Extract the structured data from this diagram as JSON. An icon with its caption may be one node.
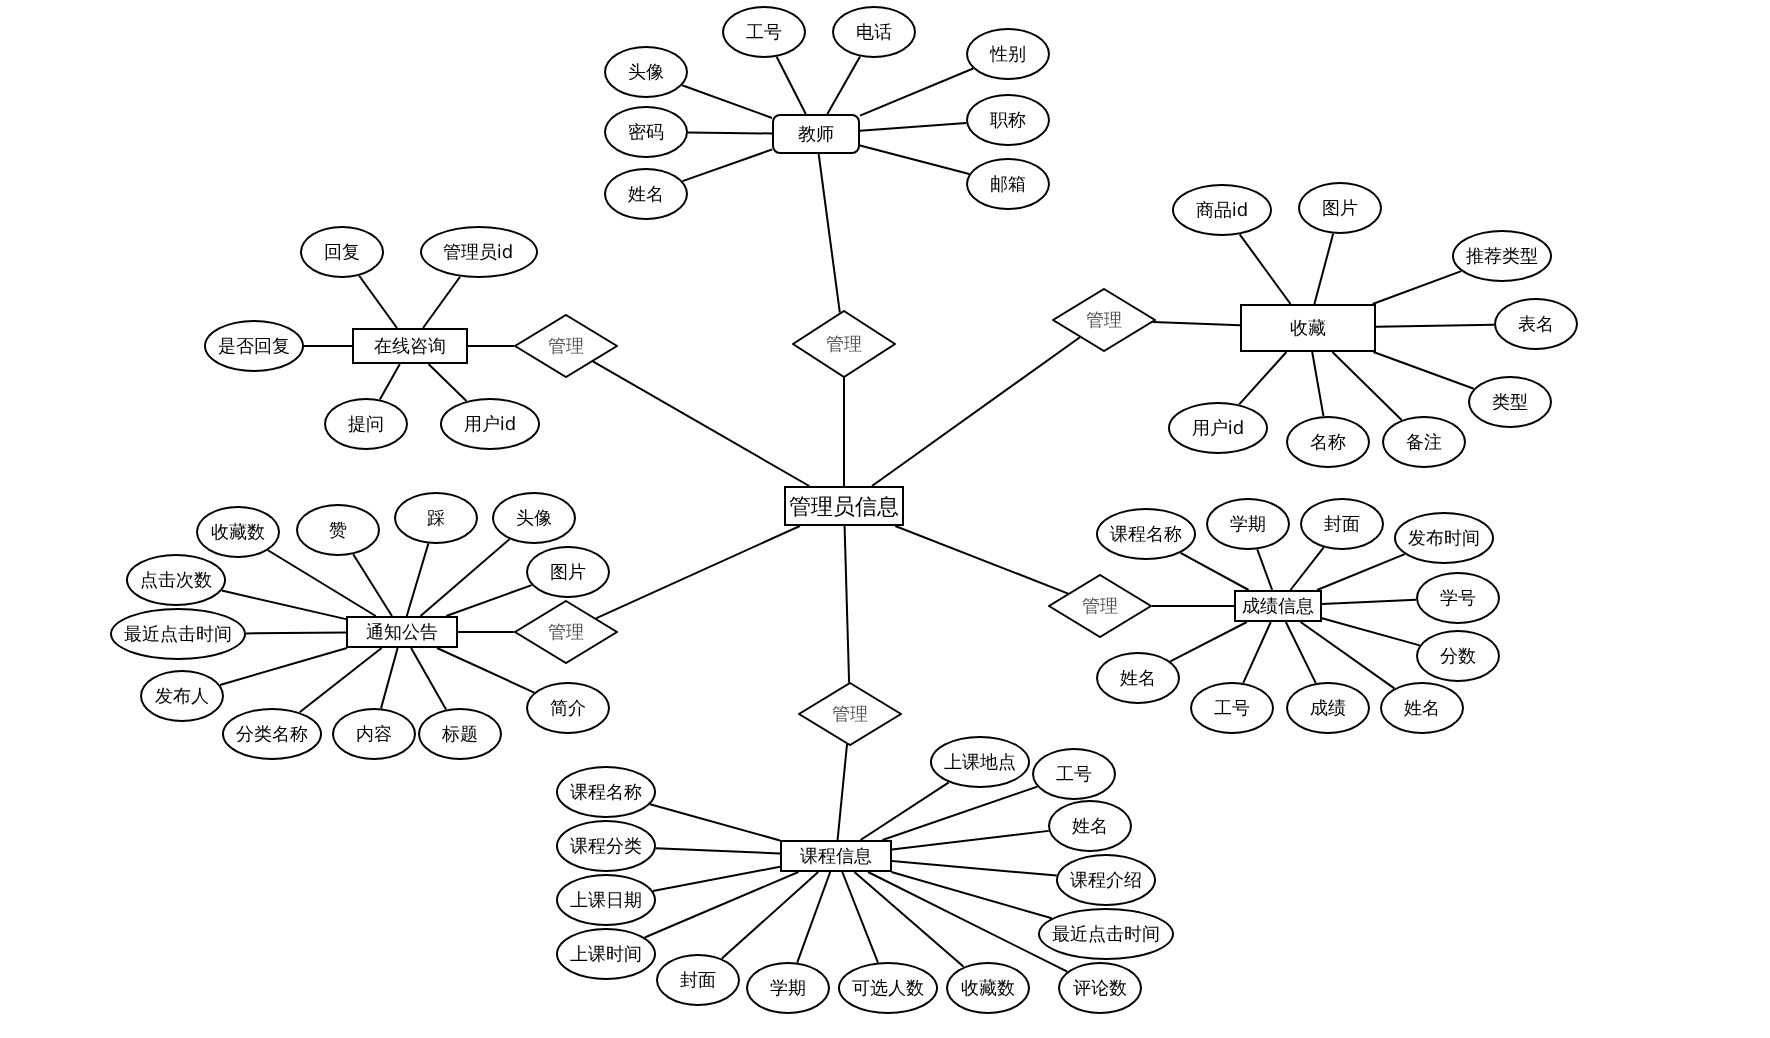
{
  "diagram": {
    "nodes": [
      {
        "text": [
          "管理员信息"
        ]
      },
      {
        "text": [
          "管理"
        ]
      },
      {
        "text": [
          "教师"
        ]
      },
      {
        "text": [
          "头像"
        ]
      },
      {
        "text": [
          "工号"
        ]
      },
      {
        "text": [
          "电话"
        ]
      },
      {
        "text": [
          "密码"
        ]
      },
      {
        "text": [
          "姓名"
        ]
      },
      {
        "text": [
          "性别"
        ]
      },
      {
        "text": [
          "职称"
        ]
      },
      {
        "text": [
          "邮箱"
        ]
      },
      {
        "text": [
          "管理"
        ]
      },
      {
        "text": [
          "在线咨询"
        ]
      },
      {
        "text": [
          "回复"
        ]
      },
      {
        "text": [
          "管理员id"
        ]
      },
      {
        "text": [
          "是否回复"
        ]
      },
      {
        "text": [
          "提问"
        ]
      },
      {
        "text": [
          "用户id"
        ]
      },
      {
        "text": [
          "管理"
        ]
      },
      {
        "text": [
          "收藏"
        ]
      },
      {
        "text": [
          "商品id"
        ]
      },
      {
        "text": [
          "图片"
        ]
      },
      {
        "text": [
          "推荐类型"
        ]
      },
      {
        "text": [
          "表名"
        ]
      },
      {
        "text": [
          "类型"
        ]
      },
      {
        "text": [
          "用户id"
        ]
      },
      {
        "text": [
          "名称"
        ]
      },
      {
        "text": [
          "备注"
        ]
      },
      {
        "text": [
          "管理"
        ]
      },
      {
        "text": [
          "通知公告"
        ]
      },
      {
        "text": [
          "收藏数"
        ]
      },
      {
        "text": [
          "赞"
        ]
      },
      {
        "text": [
          "踩"
        ]
      },
      {
        "text": [
          "头像"
        ]
      },
      {
        "text": [
          "图片"
        ]
      },
      {
        "text": [
          "点击次数"
        ]
      },
      {
        "text": [
          "最近点击时间"
        ]
      },
      {
        "text": [
          "发布人"
        ]
      },
      {
        "text": [
          "分类名称"
        ]
      },
      {
        "text": [
          "内容"
        ]
      },
      {
        "text": [
          "标题"
        ]
      },
      {
        "text": [
          "简介"
        ]
      },
      {
        "text": [
          "管理"
        ]
      },
      {
        "text": [
          "成绩信息"
        ]
      },
      {
        "text": [
          "课程名称"
        ]
      },
      {
        "text": [
          "学期"
        ]
      },
      {
        "text": [
          "封面"
        ]
      },
      {
        "text": [
          "发布时间"
        ]
      },
      {
        "text": [
          "学号"
        ]
      },
      {
        "text": [
          "分数"
        ]
      },
      {
        "text": [
          "姓名"
        ]
      },
      {
        "text": [
          "工号"
        ]
      },
      {
        "text": [
          "成绩"
        ]
      },
      {
        "text": [
          "姓名"
        ]
      },
      {
        "text": [
          "管理"
        ]
      },
      {
        "text": [
          "课程信息"
        ]
      },
      {
        "text": [
          "课程名称"
        ]
      },
      {
        "text": [
          "课程分类"
        ]
      },
      {
        "text": [
          "上课日期"
        ]
      },
      {
        "text": [
          "上课时间"
        ]
      },
      {
        "text": [
          "封面"
        ]
      },
      {
        "text": [
          "学期"
        ]
      },
      {
        "text": [
          "可选人数"
        ]
      },
      {
        "text": [
          "收藏数"
        ]
      },
      {
        "text": [
          "评论数"
        ]
      },
      {
        "text": [
          "上课地点"
        ]
      },
      {
        "text": [
          "工号"
        ]
      },
      {
        "text": [
          "姓名"
        ]
      },
      {
        "text": [
          "课程介绍"
        ]
      },
      {
        "text": [
          "最近点击时间"
        ]
      }
    ],
    "edges": [
      {
        "from": 0,
        "to": 1,
        "arrow": "none"
      },
      {
        "from": 1,
        "to": 2,
        "arrow": "none"
      },
      {
        "from": 2,
        "to": 3,
        "arrow": "none"
      },
      {
        "from": 2,
        "to": 4,
        "arrow": "none"
      },
      {
        "from": 2,
        "to": 5,
        "arrow": "none"
      },
      {
        "from": 2,
        "to": 6,
        "arrow": "none"
      },
      {
        "from": 2,
        "to": 7,
        "arrow": "none"
      },
      {
        "from": 2,
        "to": 8,
        "arrow": "none"
      },
      {
        "from": 2,
        "to": 9,
        "arrow": "none"
      },
      {
        "from": 2,
        "to": 10,
        "arrow": "none"
      },
      {
        "from": 0,
        "to": 11,
        "arrow": "none"
      },
      {
        "from": 11,
        "to": 12,
        "arrow": "none"
      },
      {
        "from": 12,
        "to": 13,
        "arrow": "none"
      },
      {
        "from": 12,
        "to": 14,
        "arrow": "none"
      },
      {
        "from": 12,
        "to": 15,
        "arrow": "none"
      },
      {
        "from": 12,
        "to": 16,
        "arrow": "none"
      },
      {
        "from": 12,
        "to": 17,
        "arrow": "none"
      },
      {
        "from": 0,
        "to": 18,
        "arrow": "none"
      },
      {
        "from": 18,
        "to": 19,
        "arrow": "none"
      },
      {
        "from": 19,
        "to": 20,
        "arrow": "none"
      },
      {
        "from": 19,
        "to": 21,
        "arrow": "none"
      },
      {
        "from": 19,
        "to": 22,
        "arrow": "none"
      },
      {
        "from": 19,
        "to": 23,
        "arrow": "none"
      },
      {
        "from": 19,
        "to": 24,
        "arrow": "none"
      },
      {
        "from": 19,
        "to": 25,
        "arrow": "none"
      },
      {
        "from": 19,
        "to": 26,
        "arrow": "none"
      },
      {
        "from": 19,
        "to": 27,
        "arrow": "none"
      },
      {
        "from": 0,
        "to": 28,
        "arrow": "none"
      },
      {
        "from": 28,
        "to": 29,
        "arrow": "none"
      },
      {
        "from": 29,
        "to": 30,
        "arrow": "none"
      },
      {
        "from": 29,
        "to": 31,
        "arrow": "none"
      },
      {
        "from": 29,
        "to": 32,
        "arrow": "none"
      },
      {
        "from": 29,
        "to": 33,
        "arrow": "none"
      },
      {
        "from": 29,
        "to": 34,
        "arrow": "none"
      },
      {
        "from": 29,
        "to": 35,
        "arrow": "none"
      },
      {
        "from": 29,
        "to": 36,
        "arrow": "none"
      },
      {
        "from": 29,
        "to": 37,
        "arrow": "none"
      },
      {
        "from": 29,
        "to": 38,
        "arrow": "none"
      },
      {
        "from": 29,
        "to": 39,
        "arrow": "none"
      },
      {
        "from": 29,
        "to": 40,
        "arrow": "none"
      },
      {
        "from": 29,
        "to": 41,
        "arrow": "none"
      },
      {
        "from": 0,
        "to": 42,
        "arrow": "none"
      },
      {
        "from": 42,
        "to": 43,
        "arrow": "none"
      },
      {
        "from": 43,
        "to": 44,
        "arrow": "none"
      },
      {
        "from": 43,
        "to": 45,
        "arrow": "none"
      },
      {
        "from": 43,
        "to": 46,
        "arrow": "none"
      },
      {
        "from": 43,
        "to": 47,
        "arrow": "none"
      },
      {
        "from": 43,
        "to": 48,
        "arrow": "none"
      },
      {
        "from": 43,
        "to": 49,
        "arrow": "none"
      },
      {
        "from": 43,
        "to": 50,
        "arrow": "none"
      },
      {
        "from": 43,
        "to": 51,
        "arrow": "none"
      },
      {
        "from": 43,
        "to": 52,
        "arrow": "none"
      },
      {
        "from": 43,
        "to": 53,
        "arrow": "none"
      },
      {
        "from": 0,
        "to": 54,
        "arrow": "none"
      },
      {
        "from": 54,
        "to": 55,
        "arrow": "none"
      },
      {
        "from": 55,
        "to": 56,
        "arrow": "none"
      },
      {
        "from": 55,
        "to": 57,
        "arrow": "none"
      },
      {
        "from": 55,
        "to": 58,
        "arrow": "none"
      },
      {
        "from": 55,
        "to": 59,
        "arrow": "none"
      },
      {
        "from": 55,
        "to": 60,
        "arrow": "none"
      },
      {
        "from": 55,
        "to": 61,
        "arrow": "none"
      },
      {
        "from": 55,
        "to": 62,
        "arrow": "none"
      },
      {
        "from": 55,
        "to": 63,
        "arrow": "none"
      },
      {
        "from": 55,
        "to": 64,
        "arrow": "none"
      },
      {
        "from": 55,
        "to": 65,
        "arrow": "none"
      },
      {
        "from": 55,
        "to": 66,
        "arrow": "none"
      },
      {
        "from": 55,
        "to": 67,
        "arrow": "none"
      },
      {
        "from": 55,
        "to": 68,
        "arrow": "none"
      },
      {
        "from": 55,
        "to": 69,
        "arrow": "none"
      }
    ]
  }
}
